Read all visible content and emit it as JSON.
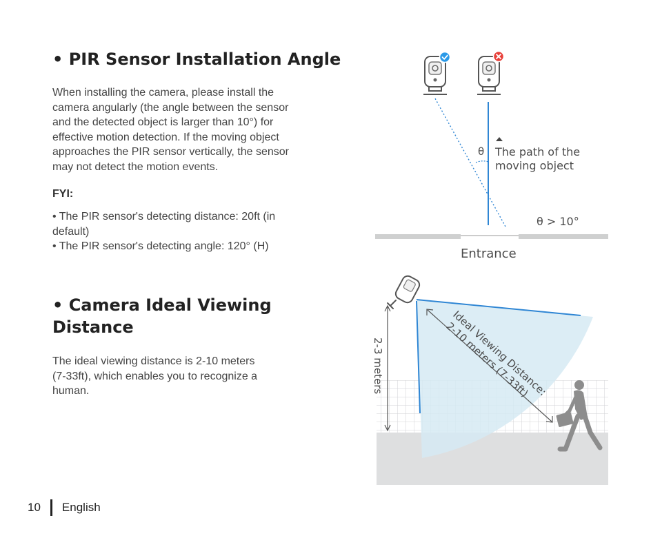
{
  "section1": {
    "title": "• PIR Sensor Installation Angle",
    "body_lines": [
      "When installing the camera, please install the",
      "camera angularly (the angle between the sensor",
      "and the detected object is larger than 10°) for",
      "effective motion detection. If the moving object",
      "approaches the PIR sensor vertically, the sensor",
      "may not detect the motion events."
    ],
    "fyi_label": "FYI:",
    "fyi_lines": [
      "• The PIR sensor's detecting distance: 20ft (in",
      "default)",
      "• The PIR sensor's detecting angle: 120° (H)"
    ]
  },
  "section2": {
    "title_lines": [
      "• Camera Ideal Viewing",
      "Distance"
    ],
    "body_lines": [
      "The ideal viewing distance is 2-10 meters",
      "(7-33ft), which enables you to recognize a",
      "human."
    ]
  },
  "diagram1": {
    "theta_symbol": "θ",
    "path_label_lines": [
      "The path of the",
      "moving object"
    ],
    "angle_condition": "θ > 10°",
    "entrance_label": "Entrance",
    "correct_badge_icon": "checkmark-icon",
    "wrong_badge_icon": "x-icon",
    "colors": {
      "blue": "#2f86d4",
      "check": "#2b9ae8",
      "cross": "#e8403a",
      "floor": "#cfd0d0"
    }
  },
  "diagram2": {
    "height_label": "2-3 meters",
    "distance_label_lines": [
      "Ideal Viewing Distance:",
      "2-10 meters (7-33ft)"
    ],
    "colors": {
      "cone": "#d6eaf3",
      "ground": "#dedfe0",
      "person": "#8d8d8d",
      "line": "#2f86d4"
    }
  },
  "footer": {
    "page_number": "10",
    "language": "English"
  }
}
